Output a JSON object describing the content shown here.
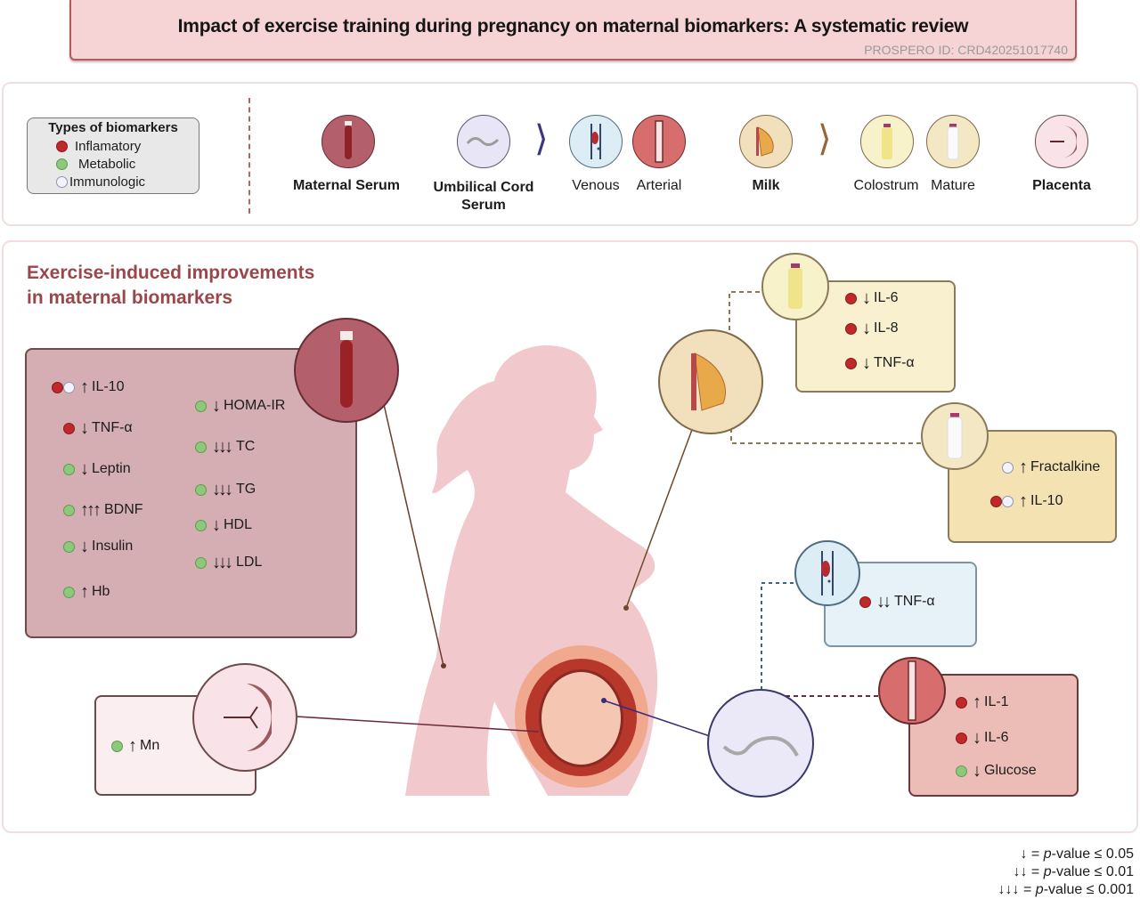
{
  "header": {
    "title": "Impact of exercise training during pregnancy on maternal biomarkers: A systematic review",
    "prospero_id": "PROSPERO ID: CRD420251017740"
  },
  "legend": {
    "title": "Types of biomarkers",
    "types": [
      {
        "label": "Inflamatory",
        "color": "#c0282a",
        "icon": "red-dot"
      },
      {
        "label": "Metabolic",
        "color": "#8cc97a",
        "icon": "green-dot"
      },
      {
        "label": "Immunologic",
        "color": "#f3f4fb",
        "icon": "white-dot"
      }
    ]
  },
  "samples": {
    "maternal_serum": "Maternal Serum",
    "umbilical_cord_serum": "Umbilical Cord Serum",
    "venous": "Venous",
    "arterial": "Arterial",
    "milk": "Milk",
    "colostrum": "Colostrum",
    "mature": "Mature",
    "placenta": "Placenta"
  },
  "main": {
    "heading_line1": "Exercise-induced improvements",
    "heading_line2": "in maternal biomarkers"
  },
  "maternal_serum_panel": {
    "left_column": [
      {
        "types": [
          "inflammatory",
          "immunologic"
        ],
        "arrows": "↑",
        "label": "IL-10"
      },
      {
        "types": [
          "inflammatory"
        ],
        "arrows": "↓",
        "label": "TNF-α"
      },
      {
        "types": [
          "metabolic"
        ],
        "arrows": "↓",
        "label": "Leptin"
      },
      {
        "types": [
          "metabolic"
        ],
        "arrows": "↑↑↑",
        "label": "BDNF"
      },
      {
        "types": [
          "metabolic"
        ],
        "arrows": "↓",
        "label": "Insulin"
      },
      {
        "types": [
          "metabolic"
        ],
        "arrows": "↑",
        "label": "Hb"
      }
    ],
    "right_column": [
      {
        "types": [
          "metabolic"
        ],
        "arrows": "↓",
        "label": "HOMA-IR"
      },
      {
        "types": [
          "metabolic"
        ],
        "arrows": "↓↓↓",
        "label": "TC"
      },
      {
        "types": [
          "metabolic"
        ],
        "arrows": "↓↓↓",
        "label": "TG"
      },
      {
        "types": [
          "metabolic"
        ],
        "arrows": "↓",
        "label": "HDL"
      },
      {
        "types": [
          "metabolic"
        ],
        "arrows": "↓↓↓",
        "label": "LDL"
      }
    ]
  },
  "colostrum_panel": [
    {
      "types": [
        "inflammatory"
      ],
      "arrows": "↓",
      "label": "IL-6"
    },
    {
      "types": [
        "inflammatory"
      ],
      "arrows": "↓",
      "label": "IL-8"
    },
    {
      "types": [
        "inflammatory"
      ],
      "arrows": "↓",
      "label": "TNF-α"
    }
  ],
  "mature_milk_panel": [
    {
      "types": [
        "immunologic"
      ],
      "arrows": "↑",
      "label": "Fractalkine"
    },
    {
      "types": [
        "inflammatory",
        "immunologic"
      ],
      "arrows": "↑",
      "label": "IL-10"
    }
  ],
  "venous_panel": [
    {
      "types": [
        "inflammatory"
      ],
      "arrows": "↓↓",
      "label": "TNF-α"
    }
  ],
  "arterial_panel": [
    {
      "types": [
        "inflammatory"
      ],
      "arrows": "↑",
      "label": "IL-1"
    },
    {
      "types": [
        "inflammatory"
      ],
      "arrows": "↓",
      "label": "IL-6"
    },
    {
      "types": [
        "metabolic"
      ],
      "arrows": "↓",
      "label": "Glucose"
    }
  ],
  "placenta_panel": [
    {
      "types": [
        "metabolic"
      ],
      "arrows": "↑",
      "label": "Mn"
    }
  ],
  "significance_legend": [
    {
      "arrows": "↓",
      "eq": "=",
      "p": "p",
      "text": "-value ≤ 0.05"
    },
    {
      "arrows": "↓↓",
      "eq": "=",
      "p": "p",
      "text": "-value ≤ 0.01"
    },
    {
      "arrows": "↓↓↓",
      "eq": "=",
      "p": "p",
      "text": "-value ≤ 0.001"
    }
  ]
}
